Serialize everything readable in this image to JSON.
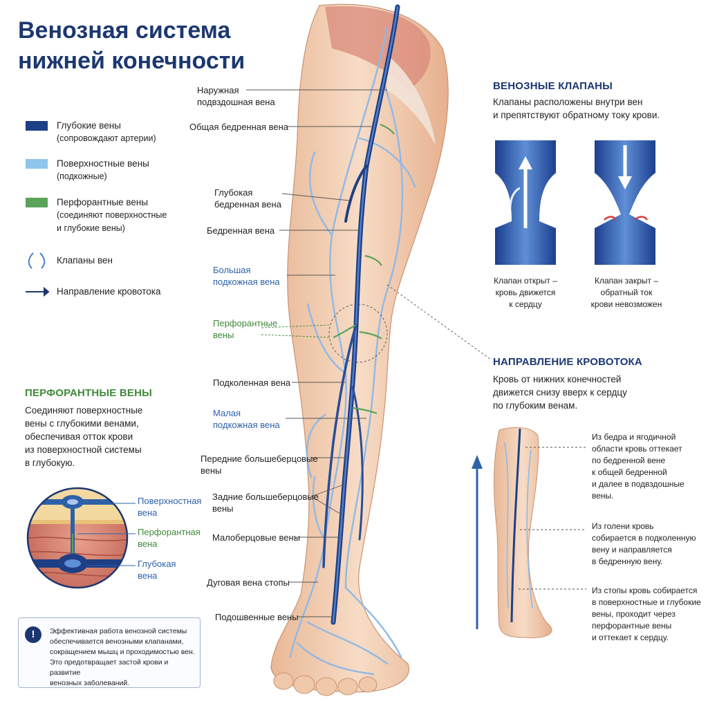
{
  "title_line1": "Венозная система",
  "title_line2": "нижней конечности",
  "legend": [
    {
      "label": "Глубокие вены",
      "sub": "(сопровождают артерии)",
      "color": "#1f3f85"
    },
    {
      "label": "Поверхностные вены",
      "sub": "(подкожные)",
      "color": "#8dc5ec"
    },
    {
      "label": "Перфорантные вены",
      "sub1": "(соединяют поверхностные",
      "sub2": "и глубокие вены)",
      "color": "#5aa35a"
    },
    {
      "label": "Клапаны вен",
      "icon": "valve-icon"
    },
    {
      "label": "Направление кровотока",
      "icon": "arrow-right-icon"
    }
  ],
  "leg_labels": {
    "ext_iliac_1": "Наружная",
    "ext_iliac_2": "подвздошная вена",
    "common_femoral": "Общая бедренная вена",
    "deep_femoral_1": "Глубокая",
    "deep_femoral_2": "бедренная вена",
    "femoral": "Бедренная вена",
    "great_saph_1": "Большая",
    "great_saph_2": "подкожная вена",
    "perforant_1": "Перфорантные",
    "perforant_2": "вены",
    "popliteal": "Подколенная вена",
    "small_saph_1": "Малая",
    "small_saph_2": "подкожная вена",
    "ant_tibial_1": "Передние большеберцовые",
    "ant_tibial_2": "вены",
    "post_tibial_1": "Задние большеберцовые",
    "post_tibial_2": "вены",
    "peroneal": "Малоберцовые вены",
    "dorsal_arch": "Дуговая вена стопы",
    "plantar": "Подошвенные вены"
  },
  "valves": {
    "heading": "ВЕНОЗНЫЕ КЛАПАНЫ",
    "desc1": "Клапаны расположены внутри вен",
    "desc2": "и препятствуют обратному току крови.",
    "open_1": "Клапан открыт –",
    "open_2": "кровь движется",
    "open_3": "к сердцу",
    "closed_1": "Клапан закрыт –",
    "closed_2": "обратный ток",
    "closed_3": "крови невозможен"
  },
  "flow": {
    "heading": "НАПРАВЛЕНИЕ КРОВОТОКА",
    "desc1": "Кровь от нижних конечностей",
    "desc2": "движется снизу вверх к сердцу",
    "desc3": "по глубоким венам.",
    "note1": [
      "Из бедра и ягодичной",
      "области кровь оттекает",
      "по бедренной вене",
      "к общей бедренной",
      "и далее в подвздошные",
      "вены."
    ],
    "note2": [
      "Из голени кровь",
      "собирается в подколенную",
      "вену и направляется",
      "в бедренную вену."
    ],
    "note3": [
      "Из стопы кровь собирается",
      "в поверхностные и глубокие",
      "вены, проходит через",
      "перфорантные вены",
      "и оттекает к сердцу."
    ]
  },
  "perforant_section": {
    "heading": "ПЕРФОРАНТНЫЕ ВЕНЫ",
    "lines": [
      "Соединяют поверхностные",
      "вены с глубокими венами,",
      "обеспечивая отток крови",
      "из поверхностной системы",
      "в глубокую."
    ],
    "cross_superficial_1": "Поверхностная",
    "cross_superficial_2": "вена",
    "cross_perforant_1": "Перфорантная",
    "cross_perforant_2": "вена",
    "cross_deep_1": "Глубокая",
    "cross_deep_2": "вена"
  },
  "note": {
    "icon": "exclamation-icon",
    "lines": [
      "Эффективная работа венозной системы",
      "обеспечивается венозными клапанами,",
      "сокращением мышц и проходимостью вен.",
      "Это предотвращает застой крови и развитие",
      "венозных заболеваний."
    ]
  },
  "colors": {
    "deep": "#1f3f85",
    "superficial": "#8dc5ec",
    "perforant": "#5aa35a",
    "skin": "#f3d2b6",
    "title": "#1c3770"
  }
}
